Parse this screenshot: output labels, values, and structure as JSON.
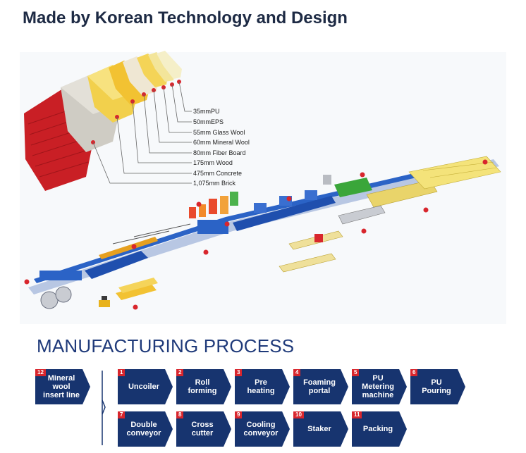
{
  "title": "Made by Korean Technology and Design",
  "layers": [
    {
      "label": "35mmPU",
      "color": "#f5efc8"
    },
    {
      "label": "50mmEPS",
      "color": "#f3e59a"
    },
    {
      "label": "55mm Glass Wool",
      "color": "#f4d457"
    },
    {
      "label": "60mm Mineral Wool",
      "color": "#efe7d3"
    },
    {
      "label": "80mm Fiber Board",
      "color": "#f2c232"
    },
    {
      "label": "175mm Wood",
      "color": "#f2d04c"
    },
    {
      "label": "475mm Concrete",
      "color": "#cfccc4"
    },
    {
      "label": "1,075mm Brick",
      "color": "#d8262d"
    }
  ],
  "process": {
    "title": "MANUFACTURING PROCESS",
    "insert": {
      "num": "12",
      "label": "Mineral wool insert line"
    },
    "steps": [
      {
        "num": "1",
        "label": "Uncoiler"
      },
      {
        "num": "2",
        "label": "Roll forming"
      },
      {
        "num": "3",
        "label": "Pre heating"
      },
      {
        "num": "4",
        "label": "Foaming portal"
      },
      {
        "num": "5",
        "label": "PU Metering machine"
      },
      {
        "num": "6",
        "label": "PU Pouring"
      },
      {
        "num": "7",
        "label": "Double conveyor"
      },
      {
        "num": "8",
        "label": "Cross cutter"
      },
      {
        "num": "9",
        "label": "Cooling conveyor"
      },
      {
        "num": "10",
        "label": "Staker"
      },
      {
        "num": "11",
        "label": "Packing"
      }
    ]
  },
  "colors": {
    "navy": "#17346f",
    "red": "#d8262d",
    "blue": "#2b63c6",
    "yellow": "#f2d04c",
    "green": "#3aa63a"
  }
}
